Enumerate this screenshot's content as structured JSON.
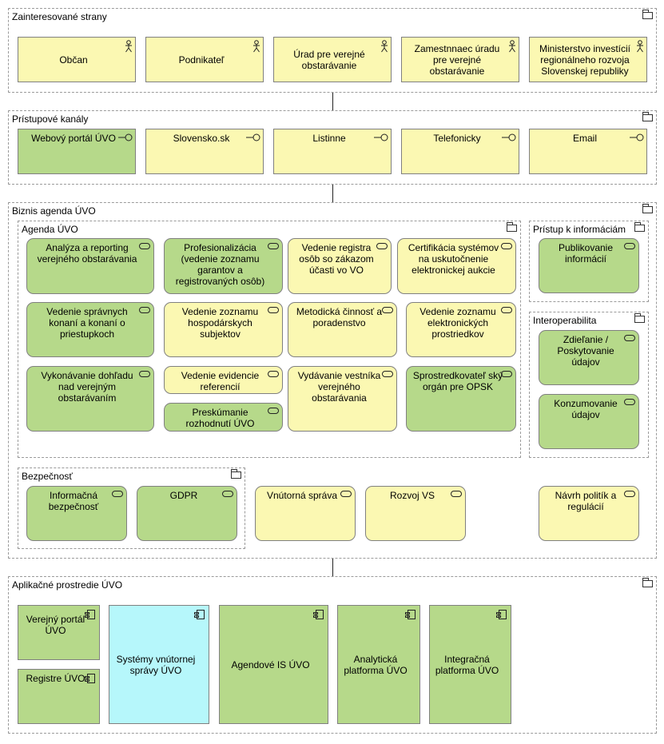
{
  "groups": {
    "stakeholders": "Zainteresované strany",
    "channels": "Prístupové kanály",
    "business": "Biznis agenda ÚVO",
    "agenda": "Agenda ÚVO",
    "access": "Prístup k informáciám",
    "interop": "Interoperabilita",
    "security": "Bezpečnosť",
    "app": "Aplikačné prostredie ÚVO"
  },
  "stakeholders": [
    "Občan",
    "Podnikateľ",
    "Úrad pre verejné obstarávanie",
    "Zamestnnaec úradu pre verejné obstarávanie",
    "Ministerstvo investícií regionálneho rozvoja Slovenskej republiky"
  ],
  "channels": [
    "Webový portál ÚVO",
    "Slovensko.sk",
    "Listinne",
    "Telefonicky",
    "Email"
  ],
  "agenda": {
    "s1": "Analýza a reporting verejného obstarávania",
    "s2": "Profesionalizácia (vedenie zoznamu garantov a registrovaných osôb)",
    "s3": "Vedenie registra osôb so zákazom účasti vo VO",
    "s4": "Certifikácia systémov na uskutočnenie elektronickej aukcie",
    "s5": "Vedenie správnych konaní a konaní o priestupkoch",
    "s6": "Vedenie zoznamu hospodárskych subjektov",
    "s7": "Metodická činnosť a poradenstvo",
    "s8": "Vedenie zoznamu elektronických prostriedkov",
    "s9": "Vykonávanie dohľadu nad verejným obstarávaním",
    "s10": "Vedenie evidencie referencií",
    "s11": "Preskúmanie rozhodnutí ÚVO",
    "s12": "Vydávanie vestníka verejného obstarávania",
    "s13": "Sprostredkovateľ ský orgán pre OPSK"
  },
  "access": {
    "s1": "Publikovanie informácií"
  },
  "interop": {
    "s1": "Zdieľanie / Poskytovanie údajov",
    "s2": "Konzumovanie údajov"
  },
  "security": {
    "s1": "Informačná bezpečnosť",
    "s2": "GDPR"
  },
  "other": {
    "s1": "Vnútorná správa",
    "s2": "Rozvoj VS",
    "s3": "Návrh politík a regulácií"
  },
  "app": {
    "c1": "Verejný portál ÚVO",
    "c2": "Registre ÚVO",
    "c3": "Systémy vnútornej správy ÚVO",
    "c4": "Agendové IS ÚVO",
    "c5": "Analytická platforma ÚVO",
    "c6": "Integračná platforma ÚVO"
  },
  "colors": {
    "yellow": "#fbf8b2",
    "green": "#b6d98a",
    "cyan": "#b6f7fb"
  }
}
